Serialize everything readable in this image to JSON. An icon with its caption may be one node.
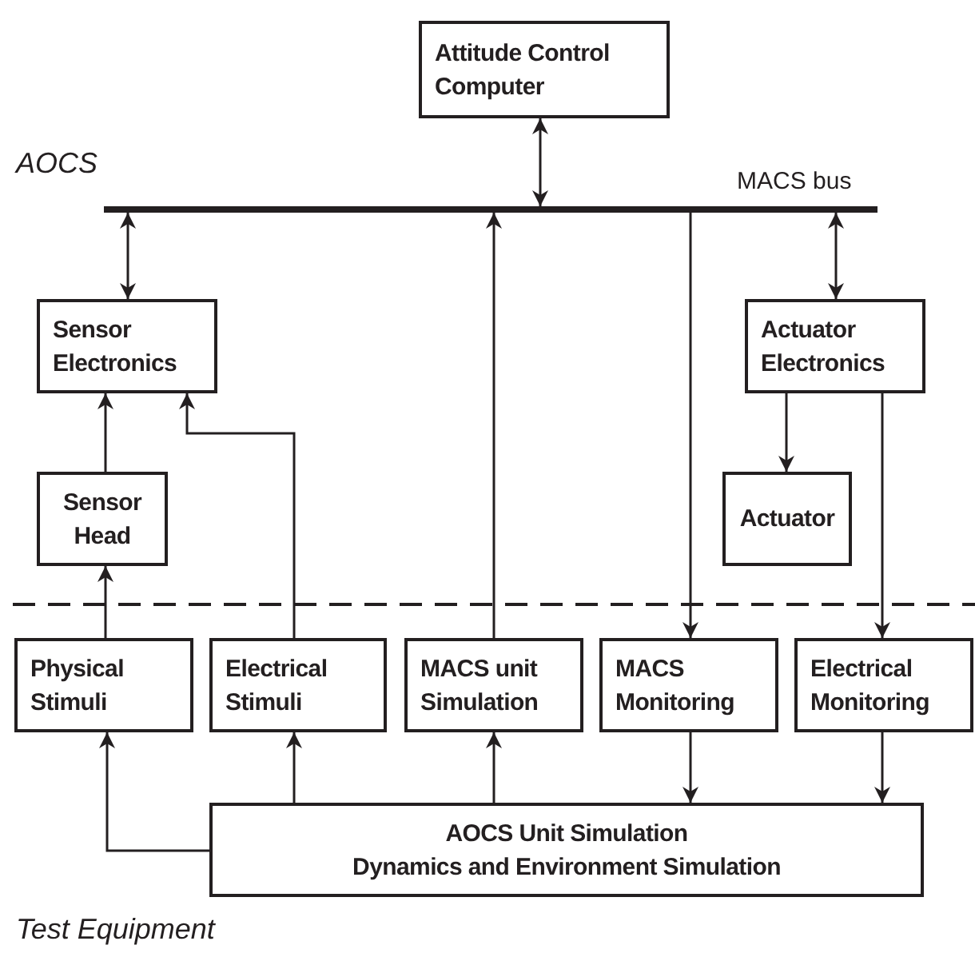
{
  "diagram": {
    "nodes": [
      {
        "text": [
          "Attitude Control Computer"
        ]
      },
      {
        "text": [],
        "shape": "bar",
        "beside": [
          "MACS bus"
        ]
      },
      {
        "text": [
          "Sensor Electronics"
        ]
      },
      {
        "text": [
          "Actuator Electronics"
        ]
      },
      {
        "text": [
          "Sensor Head"
        ]
      },
      {
        "text": [
          "Actuator"
        ]
      },
      {
        "text": [
          "Physical Stimuli"
        ]
      },
      {
        "text": [
          "Electrical Stimuli"
        ]
      },
      {
        "text": [
          "MACS unit Simulation"
        ]
      },
      {
        "text": [
          "MACS Monitoring"
        ]
      },
      {
        "text": [
          "Electrical Monitoring"
        ]
      },
      {
        "text": [
          "AOCS Unit Simulation",
          "Dynamics and Environment Simulation"
        ]
      }
    ],
    "edges": [
      {
        "from": 0,
        "to": 1,
        "arrow": "both"
      },
      {
        "from": 1,
        "to": 2,
        "arrow": "both"
      },
      {
        "from": 1,
        "to": 3,
        "arrow": "both"
      },
      {
        "from": 4,
        "to": 2,
        "arrow": "to"
      },
      {
        "from": 7,
        "to": 2,
        "arrow": "to"
      },
      {
        "from": 8,
        "to": 1,
        "arrow": "to"
      },
      {
        "from": 1,
        "to": 9,
        "arrow": "to"
      },
      {
        "from": 3,
        "to": 5,
        "arrow": "to"
      },
      {
        "from": 3,
        "to": 10,
        "arrow": "to"
      },
      {
        "from": 6,
        "to": 4,
        "arrow": "to"
      },
      {
        "from": 11,
        "to": 6,
        "arrow": "to"
      },
      {
        "from": 11,
        "to": 7,
        "arrow": "to"
      },
      {
        "from": 11,
        "to": 8,
        "arrow": "to"
      },
      {
        "from": 9,
        "to": 11,
        "arrow": "to"
      },
      {
        "from": 10,
        "to": 11,
        "arrow": "to"
      }
    ],
    "labels": [
      "AOCS",
      "Test Equipment"
    ]
  }
}
